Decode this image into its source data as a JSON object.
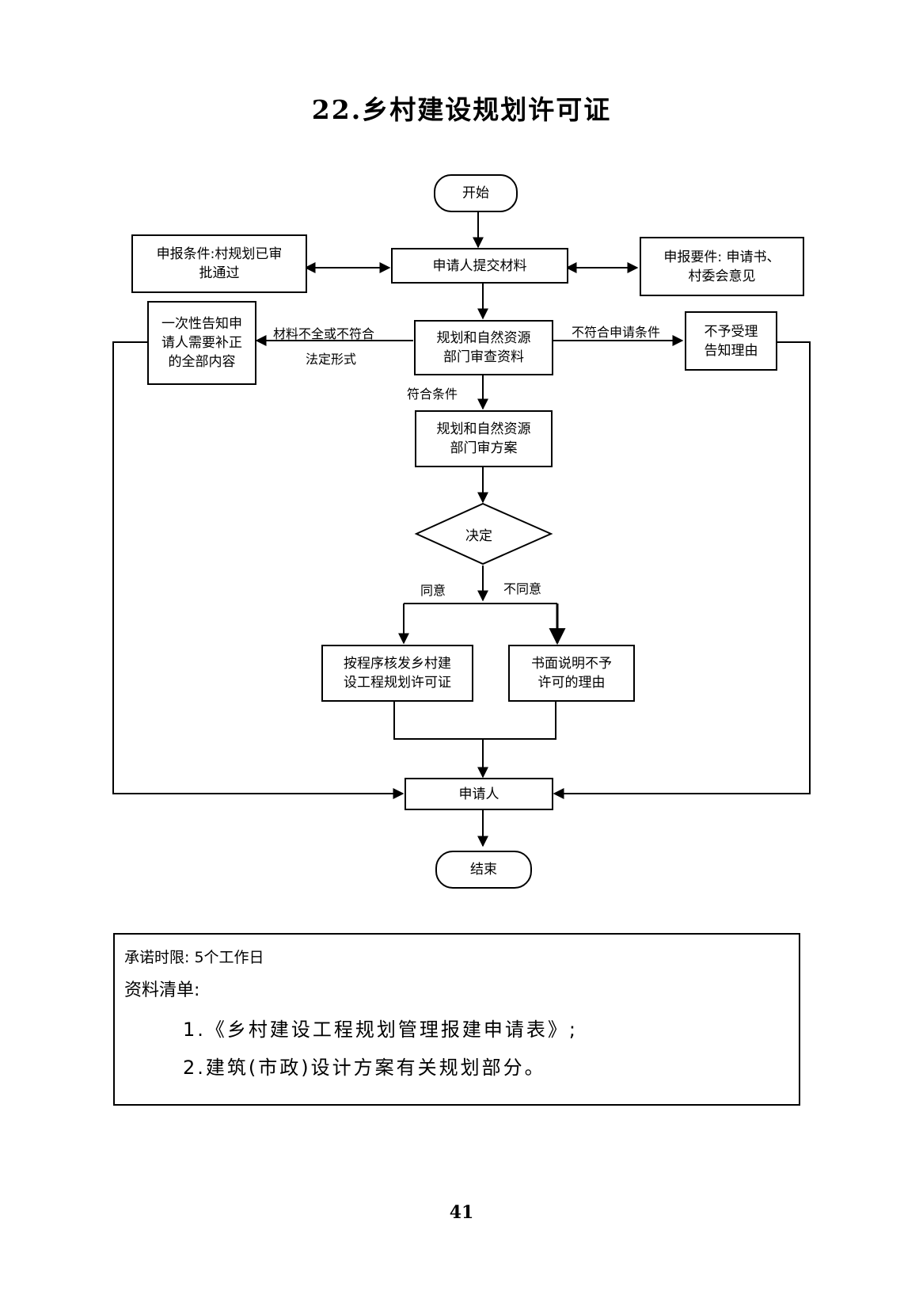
{
  "title": "22.乡村建设规划许可证",
  "flow": {
    "start": "开始",
    "submit": "申请人提交材料",
    "condition_left": "申报条件:村规划已审\n批通过",
    "condition_right": "申报要件: 申请书、\n村委会意见",
    "review": "规划和自然资源\n部门审查资料",
    "notify_left": "一次性告知申\n请人需要补正\n的全部内容",
    "reject_right": "不予受理\n告知理由",
    "label_incomplete_1": "材料不全或不符合",
    "label_incomplete_2": "法定形式",
    "label_not_meet": "不符合申请条件",
    "label_meet": "符合条件",
    "review_plan": "规划和自然资源\n部门审方案",
    "decision": "决定",
    "label_agree": "同意",
    "label_disagree": "不同意",
    "approve": "按程序核发乡村建\n设工程规划许可证",
    "deny": "书面说明不予\n许可的理由",
    "applicant": "申请人",
    "end": "结束"
  },
  "info": {
    "time_limit": "承诺时限: 5个工作日",
    "list_heading": "资料清单:",
    "items": [
      "1.《乡村建设工程规划管理报建申请表》;",
      "2.建筑(市政)设计方案有关规划部分。"
    ]
  },
  "page_number": "41"
}
